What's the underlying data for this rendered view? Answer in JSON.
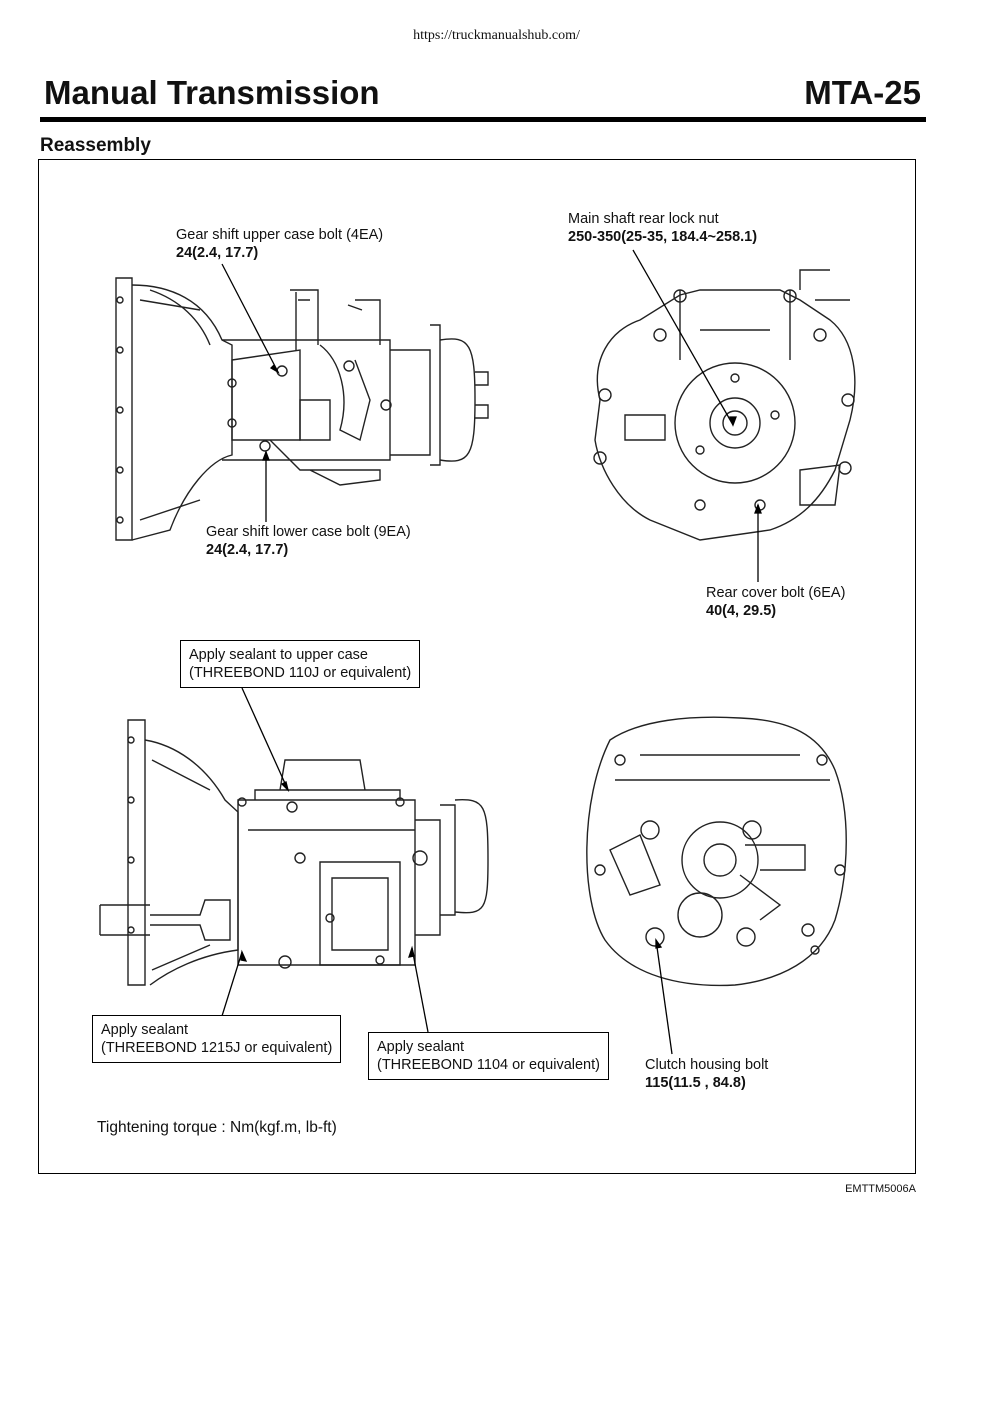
{
  "header": {
    "url": "https://truckmanualshub.com/",
    "title": "Manual Transmission",
    "page_code": "MTA-25"
  },
  "section": {
    "title": "Reassembly"
  },
  "callouts": {
    "upper_case_bolt": {
      "name": "Gear shift upper case bolt (4EA)",
      "value": "24(2.4, 17.7)"
    },
    "lower_case_bolt": {
      "name": "Gear shift lower case bolt (9EA)",
      "value": "24(2.4, 17.7)"
    },
    "lock_nut": {
      "name": "Main shaft rear lock nut",
      "value": "250-350(25-35, 184.4~258.1)"
    },
    "rear_cover_bolt": {
      "name": "Rear cover bolt (6EA)",
      "value": "40(4, 29.5)"
    },
    "sealant_upper": {
      "line1": "Apply sealant to upper case",
      "line2": "(THREEBOND 110J or equivalent)"
    },
    "sealant_left": {
      "line1": "Apply sealant",
      "line2": "(THREEBOND 1215J or equivalent)"
    },
    "sealant_mid": {
      "line1": "Apply sealant",
      "line2": "(THREEBOND 1104 or equivalent)"
    },
    "clutch_bolt": {
      "name": "Clutch housing bolt",
      "value": "115(11.5 , 84.8)"
    }
  },
  "legend": {
    "key": "Tightening torque",
    "units": ": Nm(kgf.m, lb-ft)"
  },
  "figure_code": "EMTTM5006A"
}
